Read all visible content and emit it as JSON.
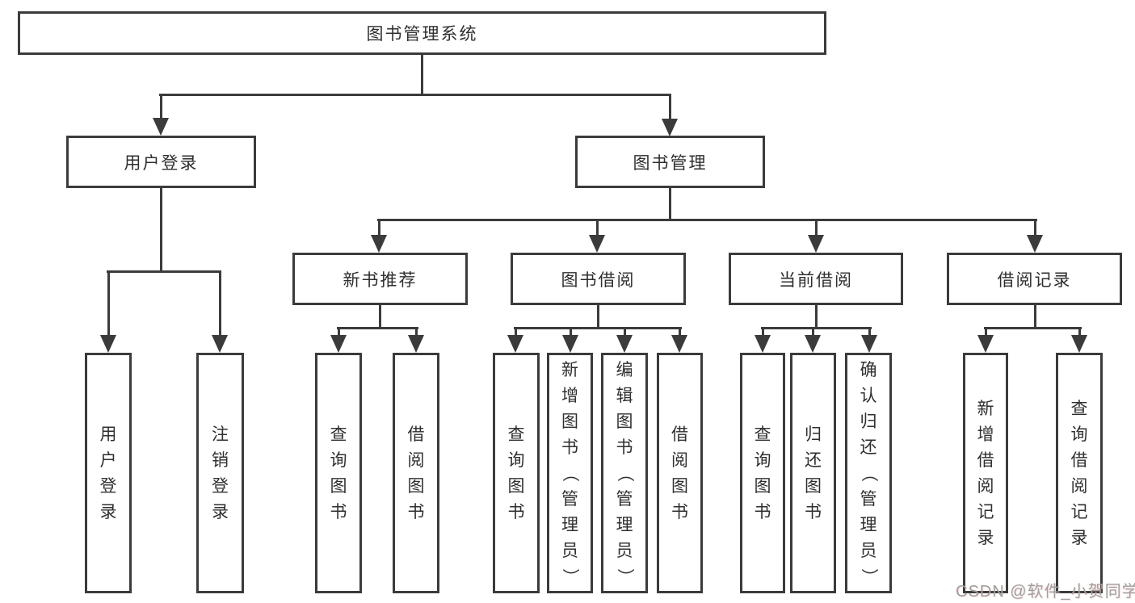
{
  "tree": {
    "root": {
      "label": "图书管理系统"
    },
    "login": {
      "label": "用户登录",
      "children": [
        {
          "label": "用户登录"
        },
        {
          "label": "注销登录"
        }
      ]
    },
    "manage": {
      "label": "图书管理",
      "sections": [
        {
          "label": "新书推荐",
          "children": [
            {
              "label": "查询图书"
            },
            {
              "label": "借阅图书"
            }
          ]
        },
        {
          "label": "图书借阅",
          "children": [
            {
              "label": "查询图书"
            },
            {
              "label": "新增图书（管理员）"
            },
            {
              "label": "编辑图书（管理员）"
            },
            {
              "label": "借阅图书"
            }
          ]
        },
        {
          "label": "当前借阅",
          "children": [
            {
              "label": "查询图书"
            },
            {
              "label": "归还图书"
            },
            {
              "label": "确认归还（管理员）"
            }
          ]
        },
        {
          "label": "借阅记录",
          "children": [
            {
              "label": "新增借阅记录"
            },
            {
              "label": "查询借阅记录"
            }
          ]
        }
      ]
    }
  },
  "watermark": {
    "text": "CSDN @软件_小贺同学"
  },
  "colors": {
    "line": "#3b3b3b",
    "text": "#2f2f2f",
    "watermark": "#a0a0a0",
    "background": "#ffffff"
  }
}
